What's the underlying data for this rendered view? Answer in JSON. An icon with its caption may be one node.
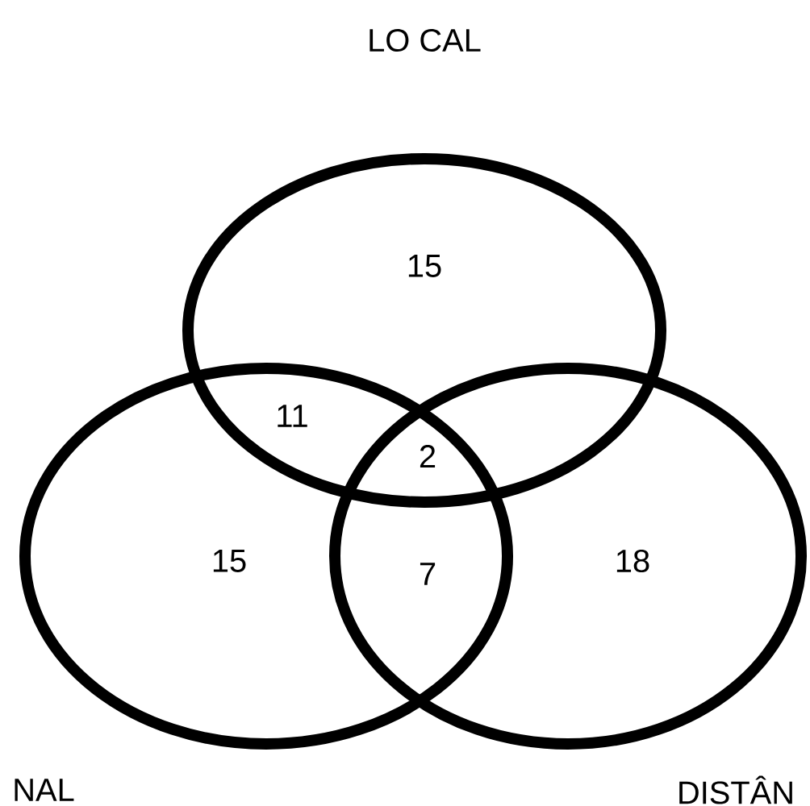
{
  "diagram": {
    "nodes": [
      {
        "text": [
          "LO CAL"
        ]
      },
      {
        "text": [
          "NAL"
        ]
      },
      {
        "text": [
          "DISTÂN"
        ]
      }
    ],
    "labels": [
      "15",
      "11",
      "2",
      "15",
      "7",
      "18"
    ]
  }
}
